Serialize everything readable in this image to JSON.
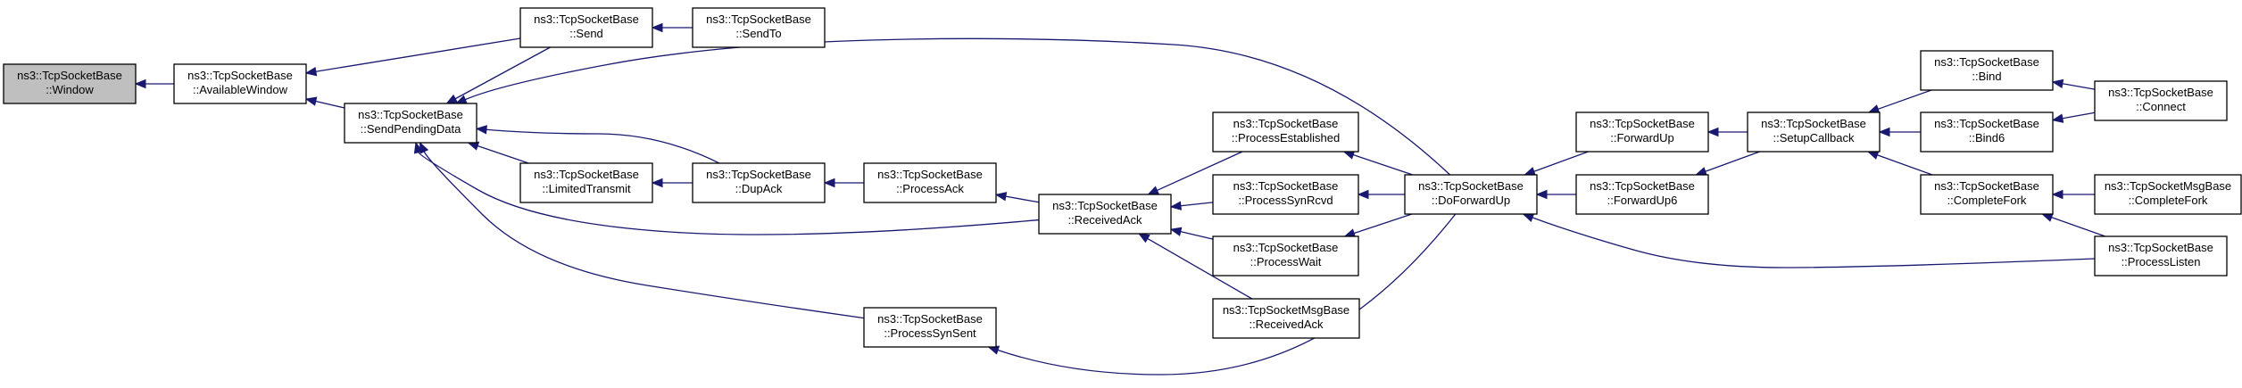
{
  "graph": {
    "nodes": [
      {
        "id": "window",
        "lines": [
          "ns3::TcpSocketBase",
          "::Window"
        ],
        "root": true
      },
      {
        "id": "available_window",
        "lines": [
          "ns3::TcpSocketBase",
          "::AvailableWindow"
        ]
      },
      {
        "id": "send_pending_data",
        "lines": [
          "ns3::TcpSocketBase",
          "::SendPendingData"
        ]
      },
      {
        "id": "send",
        "lines": [
          "ns3::TcpSocketBase",
          "::Send"
        ]
      },
      {
        "id": "send_to",
        "lines": [
          "ns3::TcpSocketBase",
          "::SendTo"
        ]
      },
      {
        "id": "limited_transmit",
        "lines": [
          "ns3::TcpSocketBase",
          "::LimitedTransmit"
        ]
      },
      {
        "id": "dup_ack",
        "lines": [
          "ns3::TcpSocketBase",
          "::DupAck"
        ]
      },
      {
        "id": "process_ack",
        "lines": [
          "ns3::TcpSocketBase",
          "::ProcessAck"
        ]
      },
      {
        "id": "received_ack",
        "lines": [
          "ns3::TcpSocketBase",
          "::ReceivedAck"
        ]
      },
      {
        "id": "process_established",
        "lines": [
          "ns3::TcpSocketBase",
          "::ProcessEstablished"
        ]
      },
      {
        "id": "process_syn_rcvd",
        "lines": [
          "ns3::TcpSocketBase",
          "::ProcessSynRcvd"
        ]
      },
      {
        "id": "process_wait",
        "lines": [
          "ns3::TcpSocketBase",
          "::ProcessWait"
        ]
      },
      {
        "id": "msg_received_ack",
        "lines": [
          "ns3::TcpSocketMsgBase",
          "::ReceivedAck"
        ]
      },
      {
        "id": "process_syn_sent",
        "lines": [
          "ns3::TcpSocketBase",
          "::ProcessSynSent"
        ]
      },
      {
        "id": "do_forward_up",
        "lines": [
          "ns3::TcpSocketBase",
          "::DoForwardUp"
        ]
      },
      {
        "id": "forward_up",
        "lines": [
          "ns3::TcpSocketBase",
          "::ForwardUp"
        ]
      },
      {
        "id": "forward_up6",
        "lines": [
          "ns3::TcpSocketBase",
          "::ForwardUp6"
        ]
      },
      {
        "id": "setup_callback",
        "lines": [
          "ns3::TcpSocketBase",
          "::SetupCallback"
        ]
      },
      {
        "id": "bind",
        "lines": [
          "ns3::TcpSocketBase",
          "::Bind"
        ]
      },
      {
        "id": "bind6",
        "lines": [
          "ns3::TcpSocketBase",
          "::Bind6"
        ]
      },
      {
        "id": "complete_fork",
        "lines": [
          "ns3::TcpSocketBase",
          "::CompleteFork"
        ]
      },
      {
        "id": "connect",
        "lines": [
          "ns3::TcpSocketBase",
          "::Connect"
        ]
      },
      {
        "id": "msg_complete_fork",
        "lines": [
          "ns3::TcpSocketMsgBase",
          "::CompleteFork"
        ]
      },
      {
        "id": "process_listen",
        "lines": [
          "ns3::TcpSocketBase",
          "::ProcessListen"
        ]
      }
    ],
    "edges": [
      {
        "from": "available_window",
        "to": "window"
      },
      {
        "from": "send_pending_data",
        "to": "available_window"
      },
      {
        "from": "send",
        "to": "available_window"
      },
      {
        "from": "send",
        "to": "send_pending_data"
      },
      {
        "from": "send_to",
        "to": "send"
      },
      {
        "from": "do_forward_up",
        "to": "send_pending_data"
      },
      {
        "from": "limited_transmit",
        "to": "send_pending_data"
      },
      {
        "from": "dup_ack",
        "to": "send_pending_data"
      },
      {
        "from": "received_ack",
        "to": "send_pending_data"
      },
      {
        "from": "process_syn_sent",
        "to": "send_pending_data"
      },
      {
        "from": "dup_ack",
        "to": "limited_transmit"
      },
      {
        "from": "process_ack",
        "to": "dup_ack"
      },
      {
        "from": "received_ack",
        "to": "process_ack"
      },
      {
        "from": "process_established",
        "to": "received_ack"
      },
      {
        "from": "process_syn_rcvd",
        "to": "received_ack"
      },
      {
        "from": "process_wait",
        "to": "received_ack"
      },
      {
        "from": "msg_received_ack",
        "to": "received_ack"
      },
      {
        "from": "do_forward_up",
        "to": "process_established"
      },
      {
        "from": "do_forward_up",
        "to": "process_syn_rcvd"
      },
      {
        "from": "do_forward_up",
        "to": "process_wait"
      },
      {
        "from": "do_forward_up",
        "to": "process_syn_sent"
      },
      {
        "from": "forward_up",
        "to": "do_forward_up"
      },
      {
        "from": "forward_up6",
        "to": "do_forward_up"
      },
      {
        "from": "process_listen",
        "to": "do_forward_up"
      },
      {
        "from": "setup_callback",
        "to": "forward_up"
      },
      {
        "from": "setup_callback",
        "to": "forward_up6"
      },
      {
        "from": "bind",
        "to": "setup_callback"
      },
      {
        "from": "bind6",
        "to": "setup_callback"
      },
      {
        "from": "complete_fork",
        "to": "setup_callback"
      },
      {
        "from": "connect",
        "to": "bind"
      },
      {
        "from": "connect",
        "to": "bind6"
      },
      {
        "from": "msg_complete_fork",
        "to": "complete_fork"
      },
      {
        "from": "process_listen",
        "to": "complete_fork"
      }
    ]
  }
}
